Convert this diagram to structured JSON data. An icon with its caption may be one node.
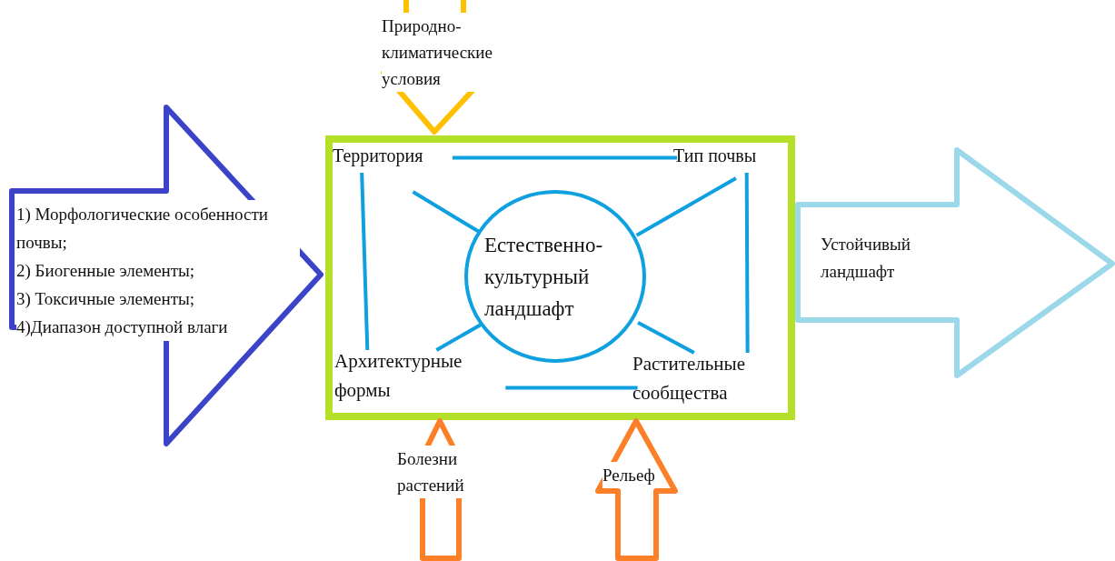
{
  "diagram": {
    "nodes": [
      {
        "text": [
          "1) Морфологические особенности почвы;",
          "2) Биогенные элементы;",
          "3) Токсичные элементы;",
          "4)Диапазон доступной влаги"
        ]
      },
      {
        "text": [
          "Природно-климатические условия"
        ]
      },
      {
        "text": [],
        "shape": "box"
      },
      {
        "text": [
          "Территория"
        ],
        "in": 2
      },
      {
        "text": [
          "Тип почвы"
        ],
        "in": 2
      },
      {
        "text": [
          "Естественно-культурный ландшафт"
        ],
        "in": 2
      },
      {
        "text": [
          "Архитектурные формы"
        ],
        "in": 2
      },
      {
        "text": [
          "Растительные сообщества"
        ],
        "in": 2
      },
      {
        "text": [
          "Болезни растений"
        ]
      },
      {
        "text": [
          "Рельеф"
        ]
      },
      {
        "text": [
          "Устойчивый ландшафт"
        ]
      }
    ],
    "edges": [
      {
        "from": 3,
        "to": 4,
        "arrow": "none"
      },
      {
        "from": 3,
        "to": 6,
        "arrow": "none"
      },
      {
        "from": 4,
        "to": 7,
        "arrow": "none"
      },
      {
        "from": 6,
        "to": 7,
        "arrow": "none"
      },
      {
        "from": 3,
        "to": 5,
        "arrow": "none"
      },
      {
        "from": 4,
        "to": 5,
        "arrow": "none"
      },
      {
        "from": 6,
        "to": 5,
        "arrow": "none"
      },
      {
        "from": 7,
        "to": 5,
        "arrow": "none"
      }
    ]
  }
}
